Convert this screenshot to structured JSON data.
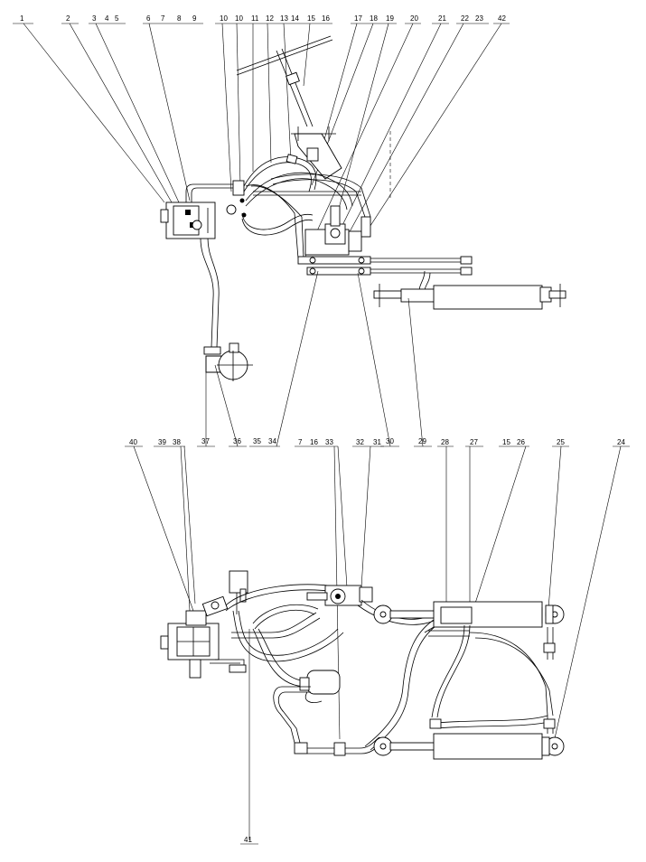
{
  "top_callouts": [
    {
      "label": "1"
    },
    {
      "label": "2"
    },
    {
      "label": "3"
    },
    {
      "label": "4"
    },
    {
      "label": "5"
    },
    {
      "label": "6"
    },
    {
      "label": "7"
    },
    {
      "label": "8"
    },
    {
      "label": "9"
    },
    {
      "label": "10"
    },
    {
      "label": "10"
    },
    {
      "label": "11"
    },
    {
      "label": "12"
    },
    {
      "label": "13"
    },
    {
      "label": "14"
    },
    {
      "label": "15"
    },
    {
      "label": "16"
    },
    {
      "label": "17"
    },
    {
      "label": "18"
    },
    {
      "label": "19"
    },
    {
      "label": "20"
    },
    {
      "label": "21"
    },
    {
      "label": "22"
    },
    {
      "label": "23"
    },
    {
      "label": "42"
    }
  ],
  "middle_callouts": [
    {
      "label": "37"
    },
    {
      "label": "36"
    },
    {
      "label": "35"
    },
    {
      "label": "34"
    },
    {
      "label": "30"
    },
    {
      "label": "29"
    },
    {
      "label": "40"
    },
    {
      "label": "39"
    },
    {
      "label": "38"
    },
    {
      "label": "7"
    },
    {
      "label": "16"
    },
    {
      "label": "33"
    },
    {
      "label": "32"
    },
    {
      "label": "31"
    },
    {
      "label": "28"
    },
    {
      "label": "27"
    },
    {
      "label": "15"
    },
    {
      "label": "26"
    },
    {
      "label": "25"
    },
    {
      "label": "24"
    }
  ],
  "bottom_callouts": [
    {
      "label": "41"
    }
  ]
}
